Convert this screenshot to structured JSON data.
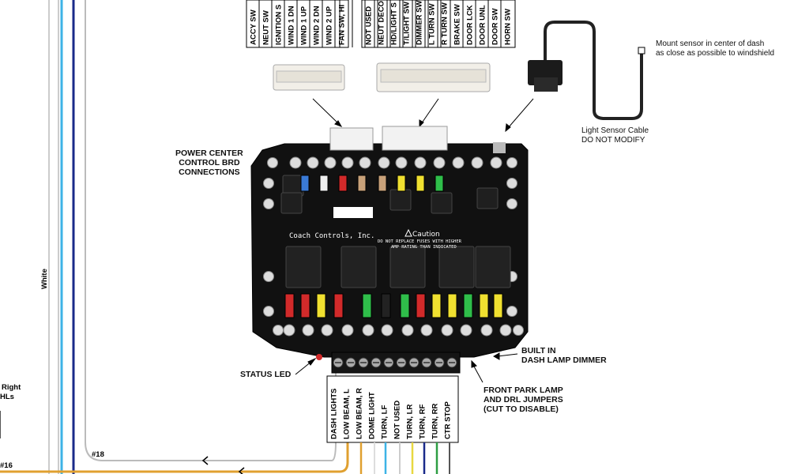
{
  "top_connector_left_labels": [
    "ACCY SW",
    "NEUT SW",
    "IGNITION S",
    "WIND 1 DN",
    "WIND 1 UP",
    "WIND 2 DN",
    "WIND 2 UP",
    "FAN SW, HI"
  ],
  "top_connector_right_labels": [
    "NOT USED",
    "NEUT DECO",
    "HD/LIGHT S",
    "T/LIGHT SW",
    "DIMMER SW",
    "L TURN SW",
    "R TURN SW",
    "BRAKE SW",
    "DOOR LCK",
    "DOOR UNL",
    "DOOR SW",
    "HORN SW"
  ],
  "bottom_terminal_labels": [
    "DASH LIGHTS",
    "LOW BEAM, L",
    "LOW BEAM, R",
    "DOME LIGHT",
    "TURN, LF",
    "NOT USED",
    "TURN, LR",
    "TURN, RF",
    "TURN, RR",
    "CTR STOP"
  ],
  "callouts": {
    "power_center": [
      "POWER CENTER",
      "CONTROL BRD",
      "CONNECTIONS"
    ],
    "status_led": "STATUS LED",
    "dash_dimmer": [
      "BUILT IN",
      "DASH LAMP DIMMER"
    ],
    "front_park": [
      "FRONT PARK LAMP",
      "AND DRL JUMPERS",
      "(CUT TO DISABLE)"
    ],
    "light_sensor": [
      "Light Sensor Cable",
      "DO NOT MODIFY"
    ],
    "mount_sensor": [
      "Mount sensor in center of dash",
      "as close as possible to windshield"
    ]
  },
  "board_text": {
    "brand": "Coach Controls, Inc.",
    "caution_title": "Caution",
    "caution_lines": [
      "DO NOT REPLACE FUSES WITH HIGHER",
      "AMP RATING THAN INDICATED"
    ]
  },
  "wire_labels": {
    "white": "White",
    "gauge_18": "#18",
    "gauge_16": "#16",
    "right_hls": [
      "Right",
      "HLs"
    ]
  },
  "colors": {
    "board": "#111111",
    "wire_white": "#c9c9c9",
    "wire_lightblue": "#3db3e6",
    "wire_darkblue": "#1a2a8a",
    "wire_orange": "#e0a030",
    "wire_yellow": "#e8d840",
    "wire_green": "#2e9e44",
    "fuse_red": "#d22a2a",
    "fuse_yellow": "#f0e030",
    "fuse_green": "#2fbe4a",
    "fuse_tan": "#c9a27a",
    "fuse_blue": "#3a7ad6"
  }
}
